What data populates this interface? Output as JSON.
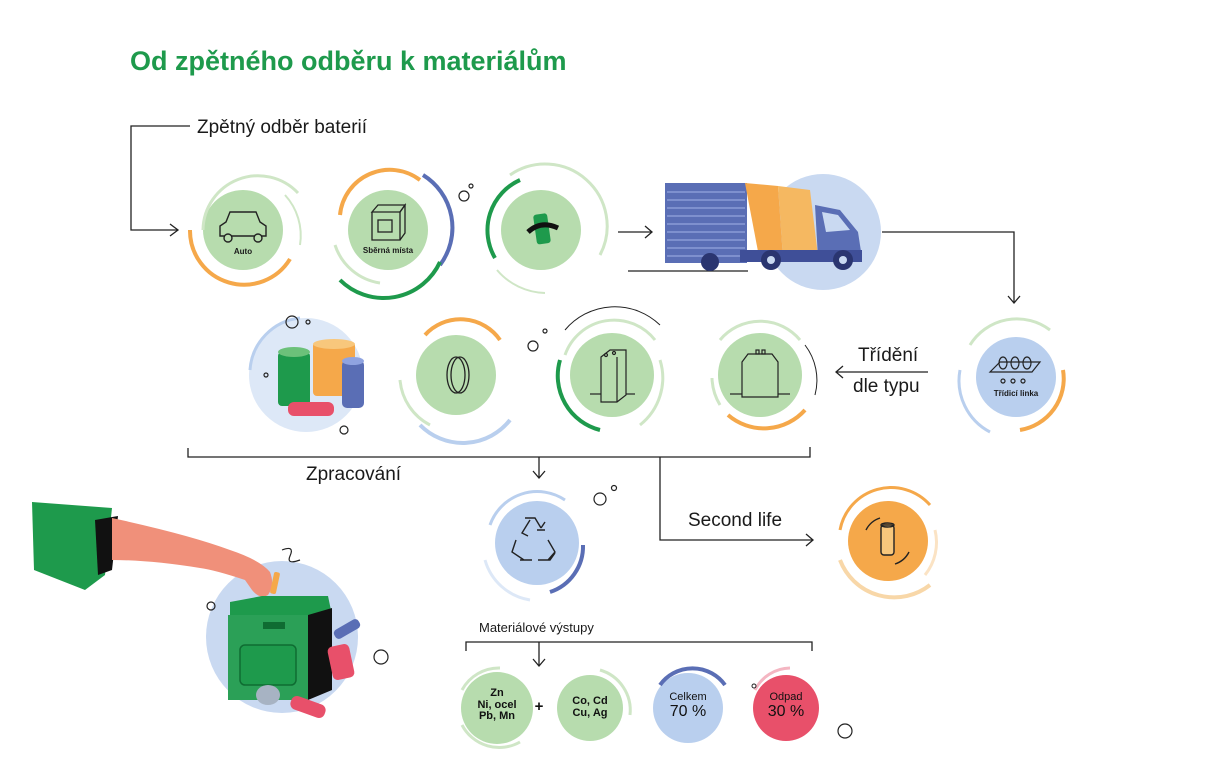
{
  "title": "Od zpětného odběru k materiálům",
  "labels": {
    "collection": "Zpětný odběr baterií",
    "sorting_line1": "Třídění",
    "sorting_line2": "dle typu",
    "processing": "Zpracování",
    "second_life": "Second life",
    "material_outputs": "Materiálové výstupy"
  },
  "circles": {
    "auto": "Auto",
    "collection_points": "Sběrná místa",
    "sorting_line": "Třídicí linka"
  },
  "outputs": {
    "metals_a_line1": "Zn",
    "metals_a_line2": "Ni, ocel",
    "metals_a_line3": "Pb, Mn",
    "plus": "+",
    "metals_b_line1": "Co, Cd",
    "metals_b_line2": "Cu, Ag",
    "total_label": "Celkem",
    "total_value": "70 %",
    "waste_label": "Odpad",
    "waste_value": "30 %"
  },
  "colors": {
    "title_green": "#1e9a4c",
    "light_green": "#b7dcae",
    "orange": "#f5a84a",
    "blue": "#5a6eb5",
    "light_blue": "#b9cfee",
    "red": "#e8506a"
  }
}
